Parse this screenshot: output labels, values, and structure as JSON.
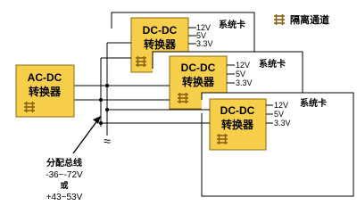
{
  "legend": {
    "label": "隔离通道",
    "icon": "isolation-channel-icon"
  },
  "acdc": {
    "title": "AC-DC",
    "subtitle": "转换器",
    "icon": "isolation-channel-icon"
  },
  "dcdc": {
    "title": "DC-DC",
    "subtitle": "转换器",
    "icon": "isolation-channel-icon"
  },
  "cards": [
    {
      "label": "系统卡",
      "outputs": [
        "12V",
        "5V",
        "3.3V"
      ]
    },
    {
      "label": "系统卡",
      "outputs": [
        "12V",
        "5V",
        "3.3V"
      ]
    },
    {
      "label": "系统卡",
      "outputs": [
        "12V",
        "5V",
        "3.3V"
      ]
    }
  ],
  "bus": {
    "label": "分配总线",
    "range1": "-36~-72V",
    "or": "或",
    "range2": "+43~53V",
    "ripple_symbol": "≈"
  },
  "colors": {
    "box_fill": "#f7cf4a",
    "box_stroke": "#8a6a10",
    "icon": "#8a6212",
    "line": "#000000"
  }
}
